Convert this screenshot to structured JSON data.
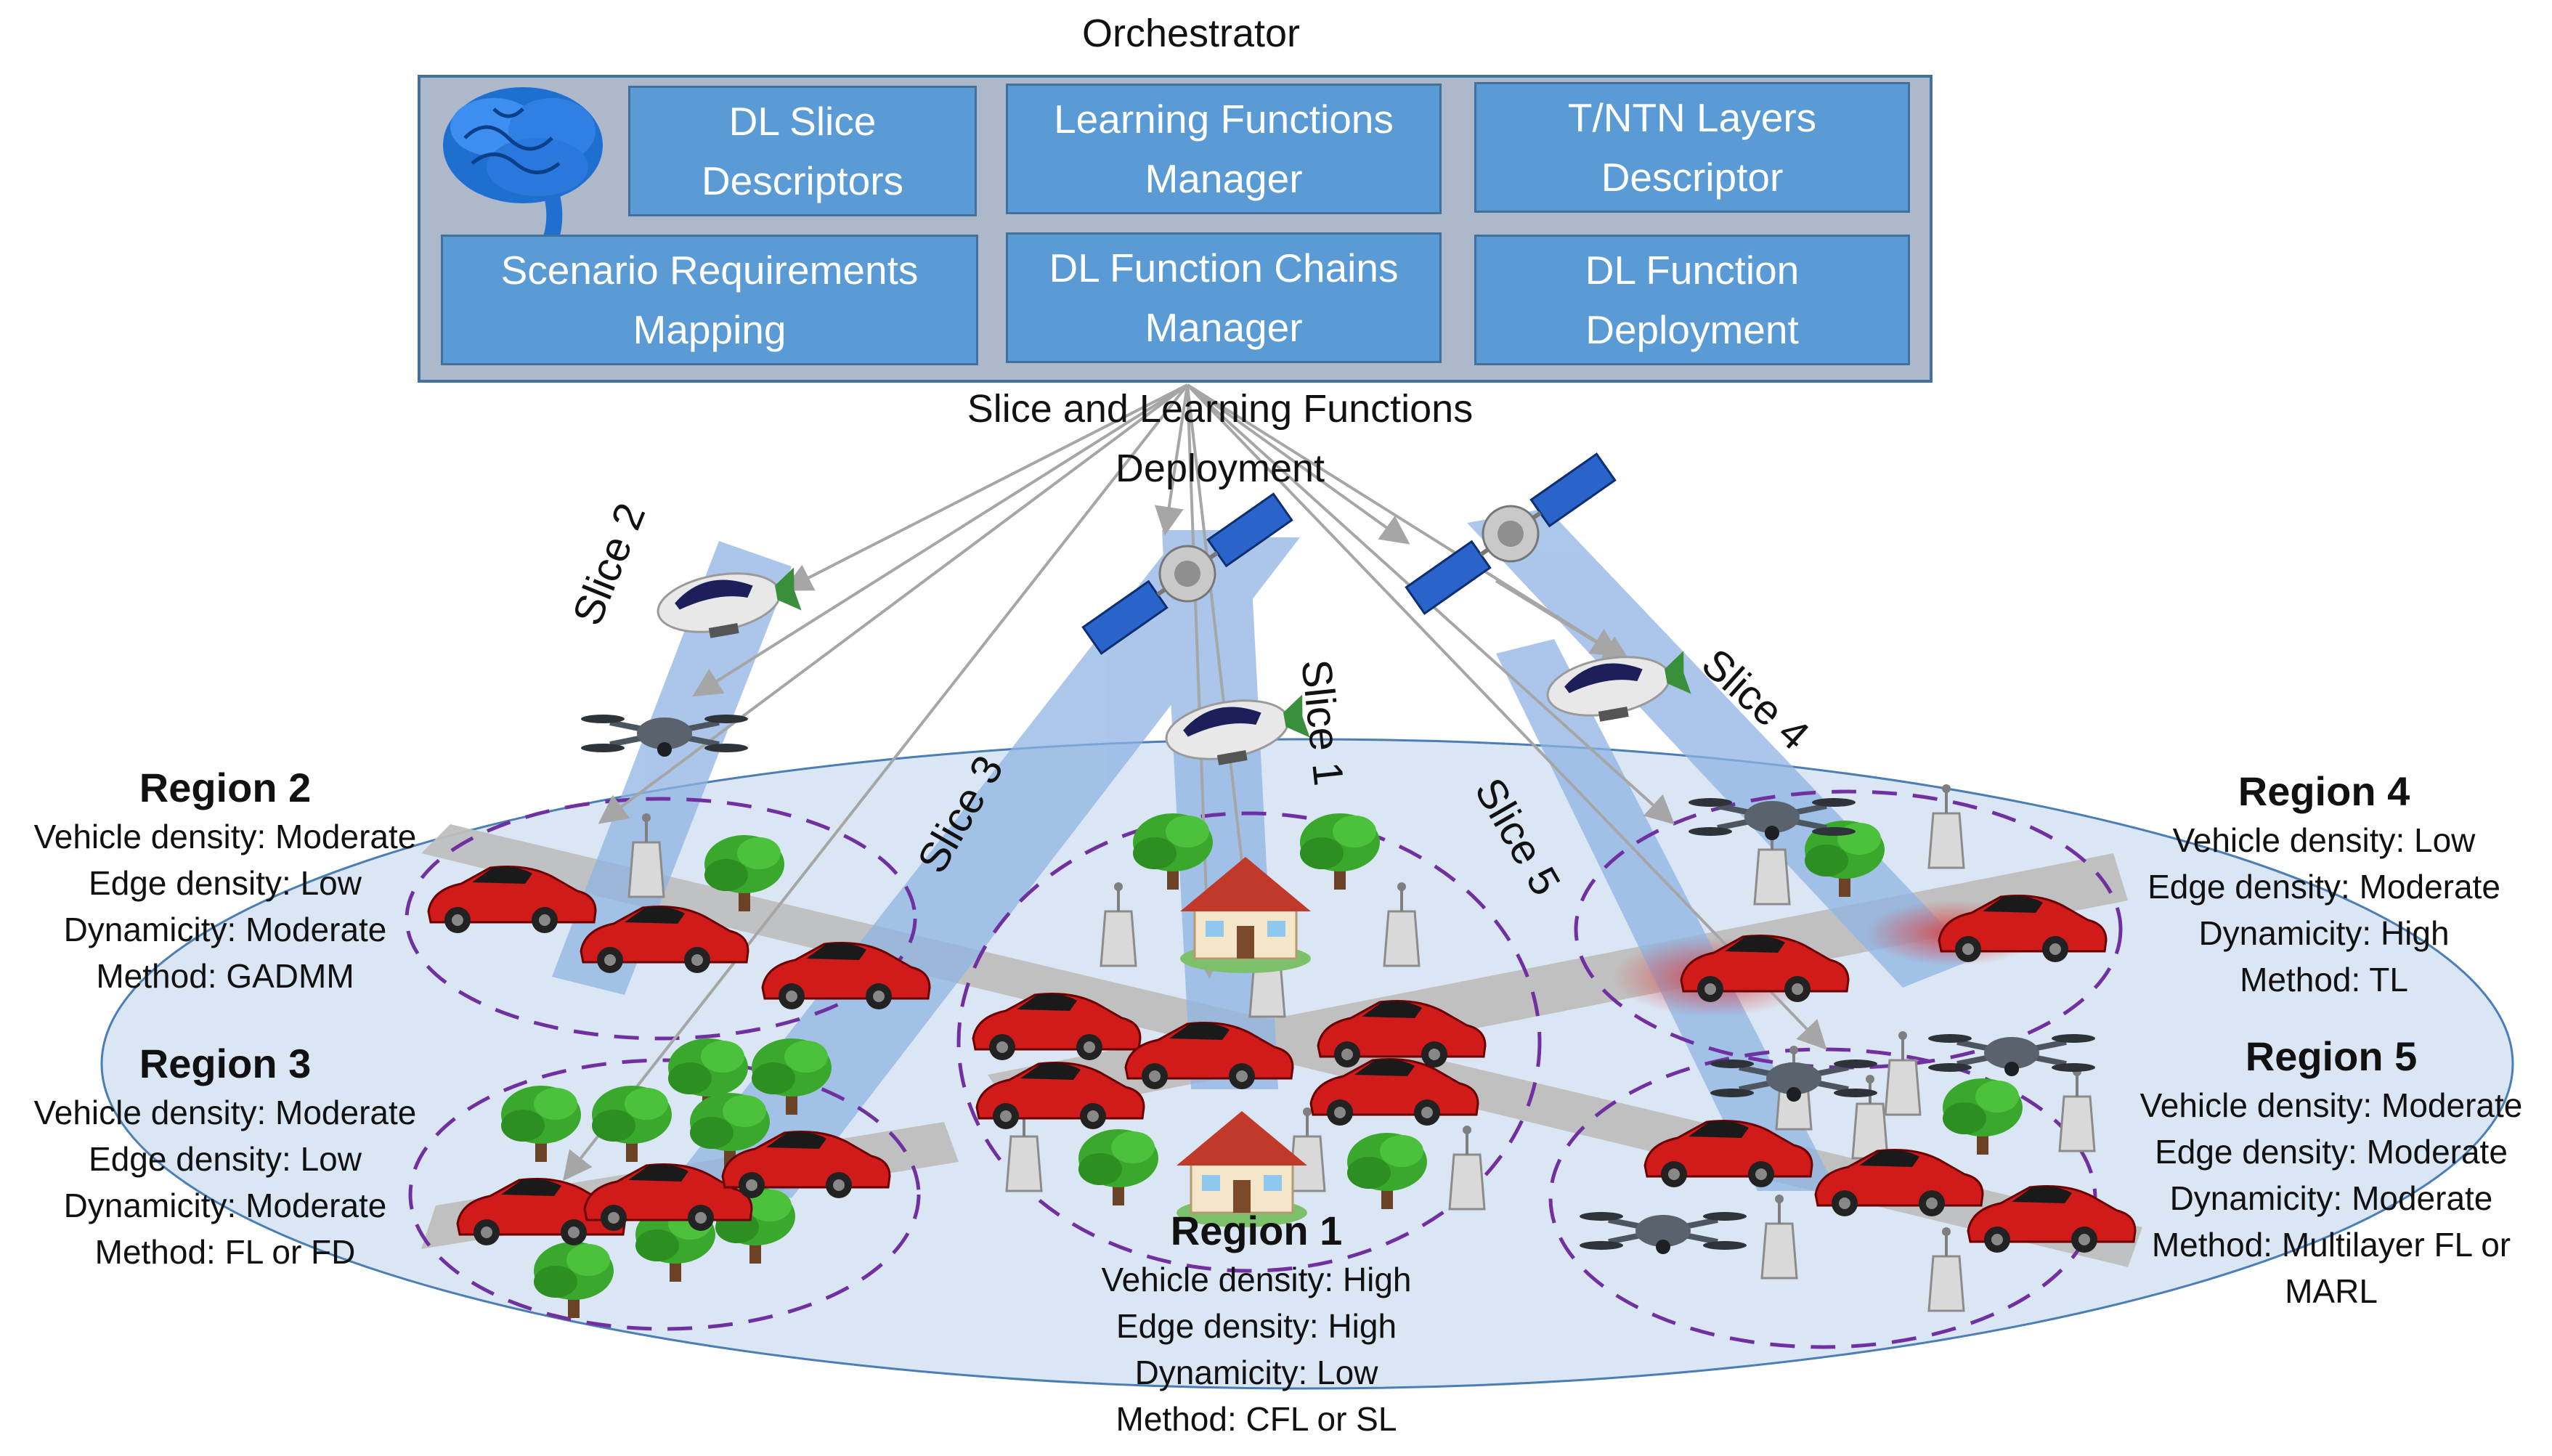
{
  "orchestrator": {
    "title": "Orchestrator",
    "boxes": [
      {
        "line1": "DL Slice",
        "line2": "Descriptors"
      },
      {
        "line1": "Learning Functions",
        "line2": "Manager"
      },
      {
        "line1": "T/NTN Layers",
        "line2": "Descriptor"
      },
      {
        "line1": "Scenario Requirements",
        "line2": "Mapping"
      },
      {
        "line1": "DL Function Chains",
        "line2": "Manager"
      },
      {
        "line1": "DL Function",
        "line2": "Deployment"
      }
    ],
    "icon": "brain-icon"
  },
  "deployment_label": {
    "line1": "Slice and Learning Functions",
    "line2": "Deployment"
  },
  "slices": [
    "Slice 2",
    "Slice 3",
    "Slice 1",
    "Slice 5",
    "Slice 4"
  ],
  "regions": [
    {
      "name": "Region 2",
      "lines": [
        "Vehicle density: Moderate",
        "Edge density: Low",
        "Dynamicity: Moderate",
        "Method: GADMM"
      ]
    },
    {
      "name": "Region 3",
      "lines": [
        "Vehicle density: Moderate",
        "Edge density: Low",
        "Dynamicity: Moderate",
        "Method: FL or FD"
      ]
    },
    {
      "name": "Region 1",
      "lines": [
        "Vehicle density: High",
        "Edge density: High",
        "Dynamicity: Low",
        "Method: CFL or SL"
      ]
    },
    {
      "name": "Region 4",
      "lines": [
        "Vehicle density: Low",
        "Edge density: Moderate",
        "Dynamicity: High",
        "Method: TL"
      ]
    },
    {
      "name": "Region 5",
      "lines": [
        "Vehicle density: Moderate",
        "Edge density: Moderate",
        "Dynamicity: Moderate",
        "Method: Multilayer FL or",
        "MARL"
      ]
    }
  ],
  "icons": [
    "brain-icon",
    "airship-icon",
    "satellite-icon",
    "drone-icon",
    "tower-icon",
    "car-icon",
    "tree-icon",
    "house-icon"
  ],
  "colors": {
    "box_fill": "#5b9bd5",
    "panel_fill": "#adb9ca",
    "ground": "#dae6f3",
    "slice_beam": "#8fb4e3",
    "region_border": "#7030a0",
    "road": "#bfbfbf",
    "car": "#d11a1a",
    "tree": "#3aa82c"
  }
}
